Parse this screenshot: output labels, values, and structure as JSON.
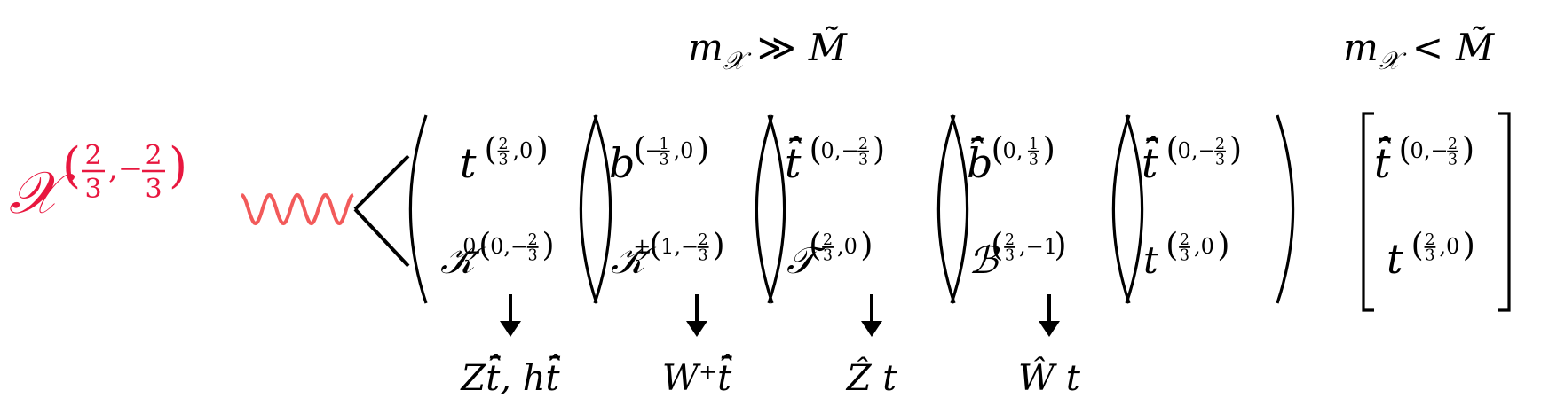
{
  "colors": {
    "particle": "#e8173f",
    "wave": "#f25a5a",
    "ink": "#000000",
    "background": "#ffffff"
  },
  "headers": {
    "heavy_regime": {
      "lhs": "m",
      "sub": "𝒳",
      "rel": "≫",
      "rhs": "M̃"
    },
    "light_regime": {
      "lhs": "m",
      "sub": "𝒳",
      "rel": "<",
      "rhs": "M̃"
    }
  },
  "particle": {
    "symbol": "𝒳",
    "charge_a": {
      "num": "2",
      "den": "3"
    },
    "sep": ",−",
    "charge_b": {
      "num": "2",
      "den": "3"
    }
  },
  "doublets_heavy": [
    {
      "top": {
        "base": "t",
        "open": "(",
        "items": [
          {
            "type": "frac",
            "num": "2",
            "den": "3"
          },
          {
            "type": "text",
            "v": ",0"
          }
        ],
        "close": ")"
      },
      "bottom": {
        "base": "𝒦̄",
        "pre": "0",
        "open": "(",
        "items": [
          {
            "type": "text",
            "v": "0,−"
          },
          {
            "type": "frac",
            "num": "2",
            "den": "3"
          }
        ],
        "close": ")"
      },
      "decay": "Zt̄̂, ht̄̂"
    },
    {
      "top": {
        "base": "b",
        "open": "(",
        "items": [
          {
            "type": "text",
            "v": "−"
          },
          {
            "type": "frac",
            "num": "1",
            "den": "3"
          },
          {
            "type": "text",
            "v": ",0"
          }
        ],
        "close": ")"
      },
      "bottom": {
        "base": "𝒦̄",
        "pre": "+",
        "open": "(",
        "items": [
          {
            "type": "text",
            "v": "1,−"
          },
          {
            "type": "frac",
            "num": "2",
            "den": "3"
          }
        ],
        "close": ")"
      },
      "decay": "W⁺t̄̂"
    },
    {
      "top": {
        "base": "t̄̂",
        "open": "(",
        "items": [
          {
            "type": "text",
            "v": "0,−"
          },
          {
            "type": "frac",
            "num": "2",
            "den": "3"
          }
        ],
        "close": ")"
      },
      "bottom": {
        "base": "𝒯",
        "open": "(",
        "items": [
          {
            "type": "frac",
            "num": "2",
            "den": "3"
          },
          {
            "type": "text",
            "v": ",0"
          }
        ],
        "close": ")"
      },
      "decay": "Ẑ t"
    },
    {
      "top": {
        "base": "b̄̂",
        "open": "(",
        "items": [
          {
            "type": "text",
            "v": "0,"
          },
          {
            "type": "frac",
            "num": "1",
            "den": "3"
          }
        ],
        "close": ")"
      },
      "bottom": {
        "base": "ℬ",
        "open": "(",
        "items": [
          {
            "type": "frac",
            "num": "2",
            "den": "3"
          },
          {
            "type": "text",
            "v": ",−1"
          }
        ],
        "close": ")"
      },
      "decay": "Ŵ t"
    },
    {
      "top": {
        "base": "t̄̂",
        "open": "(",
        "items": [
          {
            "type": "text",
            "v": "0,−"
          },
          {
            "type": "frac",
            "num": "2",
            "den": "3"
          }
        ],
        "close": ")"
      },
      "bottom": {
        "base": "t",
        "open": "(",
        "items": [
          {
            "type": "frac",
            "num": "2",
            "den": "3"
          },
          {
            "type": "text",
            "v": ",0"
          }
        ],
        "close": ")"
      },
      "decay": ""
    }
  ],
  "doublet_light": {
    "top": {
      "base": "t̄̂",
      "open": "(",
      "items": [
        {
          "type": "text",
          "v": "0,−"
        },
        {
          "type": "frac",
          "num": "2",
          "den": "3"
        }
      ],
      "close": ")"
    },
    "bottom": {
      "base": "t",
      "open": "(",
      "items": [
        {
          "type": "frac",
          "num": "2",
          "den": "3"
        },
        {
          "type": "text",
          "v": ",0"
        }
      ],
      "close": ")"
    }
  }
}
